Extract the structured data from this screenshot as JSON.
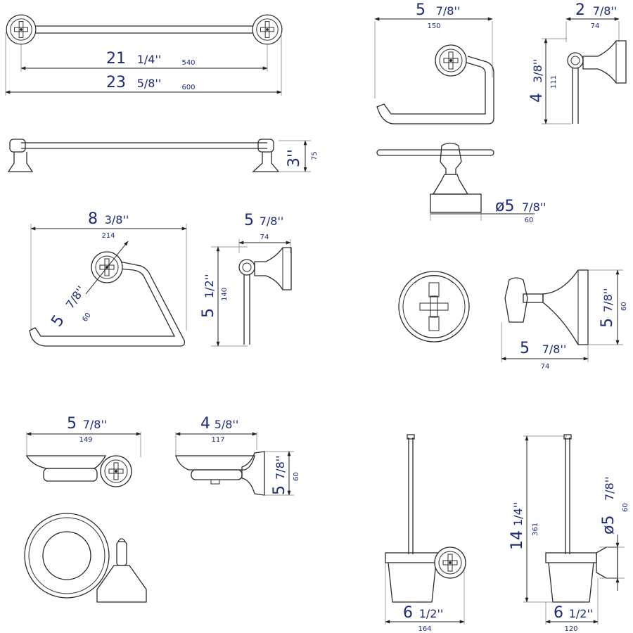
{
  "colors": {
    "dimension_text": "#1a2a7a",
    "line": "#2b2b2b",
    "background": "#ffffff"
  },
  "towel_bar": {
    "inner_width": {
      "whole": "21",
      "frac": "1/4''",
      "mm": "540"
    },
    "overall_width": {
      "whole": "23",
      "frac": "5/8''",
      "mm": "600"
    },
    "projection": {
      "whole": "3''",
      "mm": "75"
    }
  },
  "paper_holder": {
    "width": {
      "whole": "5",
      "frac": "7/8''",
      "mm": "150"
    },
    "depth": {
      "whole": "2",
      "frac": "7/8''",
      "mm": "74"
    },
    "height": {
      "whole": "4",
      "frac": "3/8''",
      "mm": "111"
    },
    "flange_diameter": {
      "whole": "ø5",
      "frac": "7/8''",
      "mm": "60"
    }
  },
  "towel_ring": {
    "width": {
      "whole": "8",
      "frac": "3/8''",
      "mm": "214"
    },
    "flange_diameter": {
      "whole": "5",
      "frac": "7/8''",
      "mm": "60"
    },
    "depth": {
      "whole": "5",
      "frac": "7/8''",
      "mm": "74"
    },
    "height": {
      "whole": "5",
      "frac": "1/2''",
      "mm": "140"
    }
  },
  "robe_hook": {
    "height": {
      "whole": "5",
      "frac": "7/8''",
      "mm": "60"
    },
    "depth": {
      "whole": "5",
      "frac": "7/8''",
      "mm": "74"
    }
  },
  "soap_dish": {
    "width": {
      "whole": "5",
      "frac": "7/8''",
      "mm": "149"
    },
    "depth": {
      "whole": "4",
      "frac": "5/8''",
      "mm": "117"
    },
    "flange_height": {
      "whole": "5",
      "frac": "7/8''",
      "mm": "60"
    }
  },
  "toilet_brush": {
    "width": {
      "whole": "6",
      "frac": "1/2''",
      "mm": "164"
    },
    "height": {
      "whole": "14",
      "frac": "1/4''",
      "mm": "361"
    },
    "depth": {
      "whole": "6",
      "frac": "1/2''",
      "mm": "120"
    },
    "flange_diameter": {
      "whole": "ø5",
      "frac": "7/8''",
      "mm": "60"
    }
  }
}
